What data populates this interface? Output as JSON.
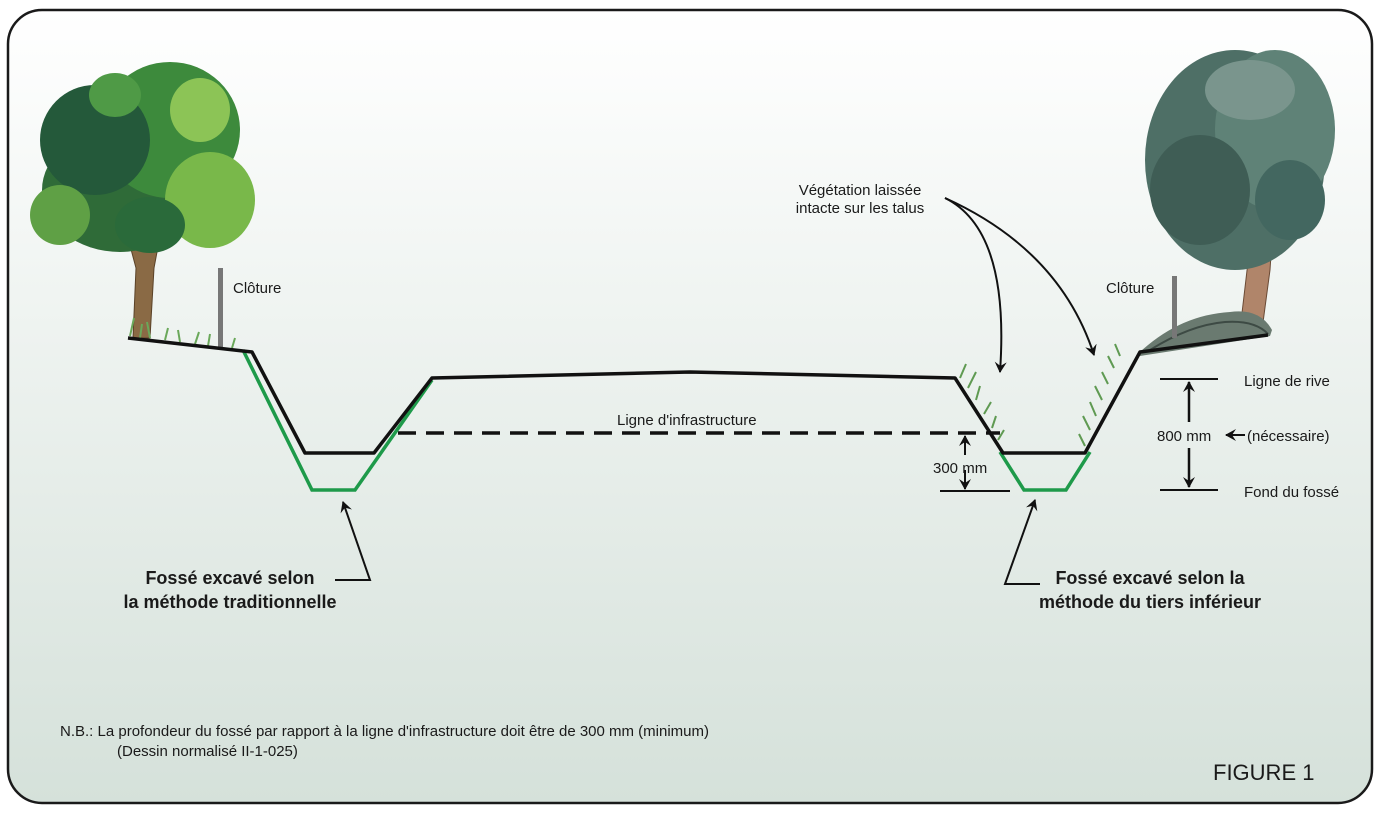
{
  "figure_label": "FIGURE 1",
  "labels": {
    "cloture_left": "Clôture",
    "cloture_right": "Clôture",
    "vegetation_line1": "Végétation laissée",
    "vegetation_line2": "intacte sur les talus",
    "ligne_infrastructure": "Ligne d'infrastructure",
    "depth_300": "300 mm",
    "ligne_de_rive": "Ligne de rive",
    "depth_800": "800 mm",
    "necessaire": "(nécessaire)",
    "fond_du_fosse": "Fond du fossé"
  },
  "captions": {
    "traditional_line1": "Fossé excavé selon",
    "traditional_line2": "la méthode traditionnelle",
    "lower_third_line1": "Fossé excavé selon la",
    "lower_third_line2": "méthode du tiers  inférieur"
  },
  "note": {
    "line1": "N.B.: La profondeur du fossé par rapport à la ligne d'infrastructure doit être de 300 mm (minimum)",
    "line2": "(Dessin  normalisé   II-1-025)"
  },
  "colors": {
    "excavation_profile": "#1e9a4a",
    "ground_line": "#111111",
    "background_top": "#ffffff",
    "background_bottom": "#d5e1da",
    "tree_left_foliage": "#3f8a3a",
    "tree_right_foliage": "#4e6f66"
  },
  "icons": [
    "tree-left-icon",
    "tree-right-icon",
    "fence-post-icon",
    "grass-icon",
    "arrow-icon"
  ]
}
